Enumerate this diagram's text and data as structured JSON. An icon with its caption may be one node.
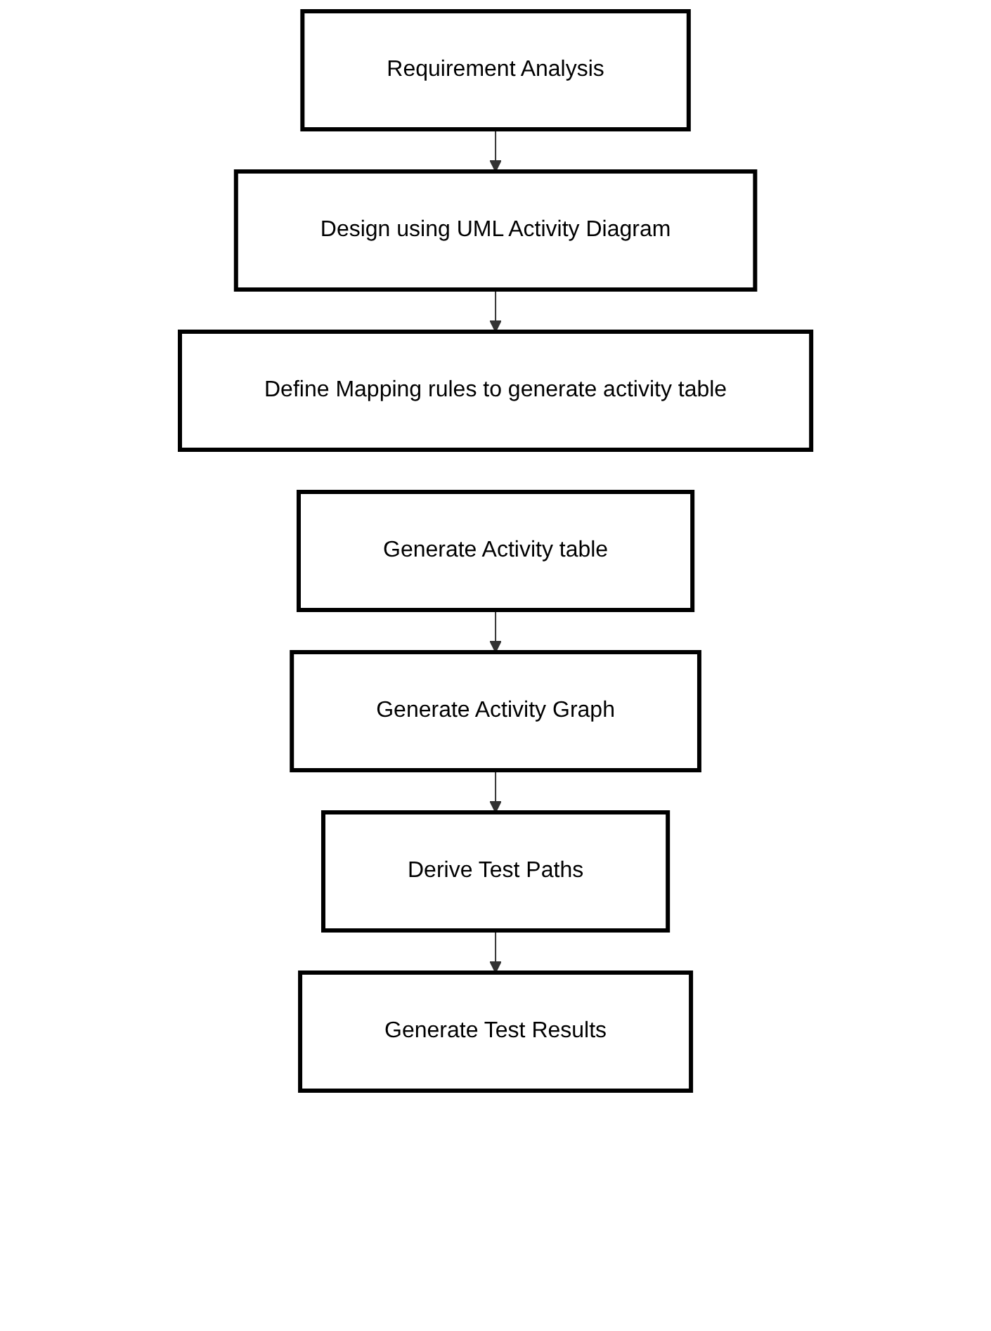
{
  "diagram": {
    "nodes": [
      {
        "text": [
          "Requirement Analysis"
        ]
      },
      {
        "text": [
          "Design using UML Activity Diagram"
        ]
      },
      {
        "text": [
          "Define Mapping rules to generate activity table"
        ]
      },
      {
        "text": [
          "Generate Activity table"
        ]
      },
      {
        "text": [
          "Generate Activity Graph"
        ]
      },
      {
        "text": [
          "Derive Test Paths"
        ]
      },
      {
        "text": [
          "Generate Test Results"
        ]
      }
    ],
    "edges": [
      {
        "from": 0,
        "to": 1,
        "arrow": "to"
      },
      {
        "from": 1,
        "to": 2,
        "arrow": "to"
      },
      {
        "from": 3,
        "to": 4,
        "arrow": "to"
      },
      {
        "from": 4,
        "to": 5,
        "arrow": "to"
      },
      {
        "from": 5,
        "to": 6,
        "arrow": "to"
      }
    ]
  }
}
